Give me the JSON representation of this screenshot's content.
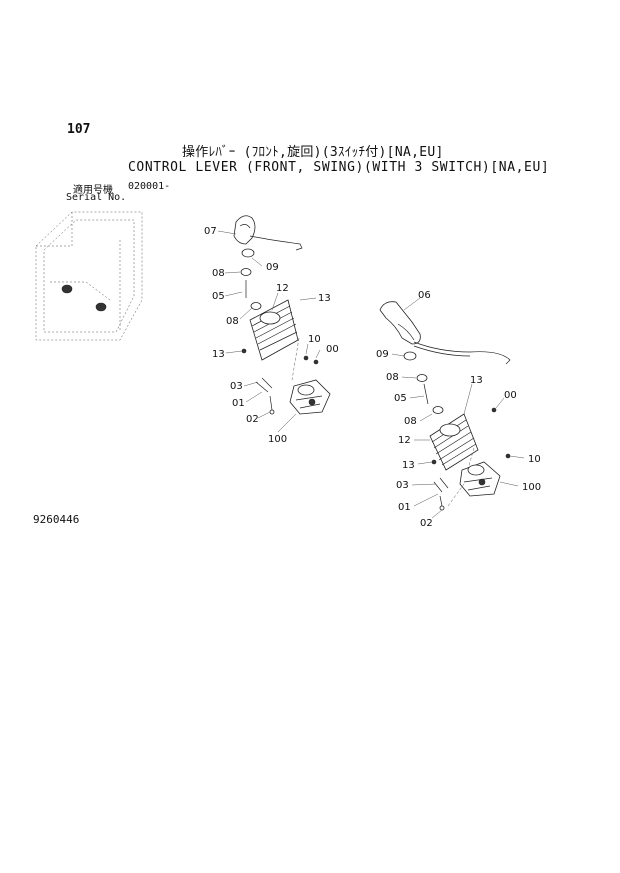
{
  "page_number": "107",
  "title_jp": "操作ﾚﾊﾞｰ (ﾌﾛﾝﾄ,旋回)(3ｽｲｯﾁ付)[NA,EU]",
  "title_en": "CONTROL LEVER (FRONT, SWING)(WITH 3 SWITCH)[NA,EU]",
  "serial_label_jp": "適用号機",
  "serial_label_en": "Serial No.",
  "serial_value": "020001-",
  "figure_number": "9260446",
  "callouts_left": {
    "c07": "07",
    "c09": "09",
    "c08": "08",
    "c05": "05",
    "c12": "12",
    "c13a": "13",
    "c08b": "08",
    "c13b": "13",
    "c10": "10",
    "c00": "00",
    "c03": "03",
    "c01": "01",
    "c02": "02",
    "c100": "100"
  },
  "callouts_right": {
    "c06": "06",
    "c09": "09",
    "c08": "08",
    "c13a": "13",
    "c05": "05",
    "c00": "00",
    "c08b": "08",
    "c12": "12",
    "c13b": "13",
    "c10": "10",
    "c100": "100",
    "c03": "03",
    "c01": "01",
    "c02": "02"
  }
}
